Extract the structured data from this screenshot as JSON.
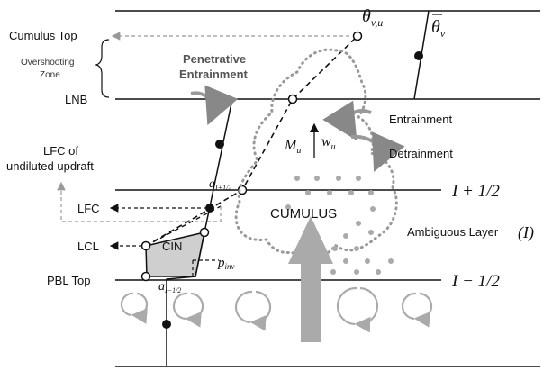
{
  "labels": {
    "cumulus_top": "Cumulus Top",
    "overshooting": [
      "Overshooting",
      "Zone"
    ],
    "lnb": "LNB",
    "lfc_undiluted": [
      "LFC of",
      "undiluted updraft"
    ],
    "lfc": "LFC",
    "lcl": "LCL",
    "pbl_top": "PBL Top",
    "penetrative": [
      "Penetrative",
      "Entrainment"
    ],
    "entrainment": "Entrainment",
    "detrainment": "Detrainment",
    "cumulus": "CUMULUS",
    "cin": "CIN",
    "ambiguous": "Ambiguous Layer"
  },
  "math": {
    "theta_vu": "θ",
    "theta_vu_sub": "v,u",
    "theta_v_bar": "θ",
    "theta_v_bar_sub": "v",
    "Mu": "M",
    "Mu_sub": "u",
    "wu": "w",
    "wu_sub": "u",
    "a_top": "a",
    "a_top_sub": "I+1/2",
    "a_bot": "a",
    "a_bot_sub": "I−1/2",
    "p_inv": "p",
    "p_inv_sub": "inv",
    "I_plus": "I + 1/2",
    "I_minus": "I − 1/2",
    "I_paren": "(I)"
  }
}
